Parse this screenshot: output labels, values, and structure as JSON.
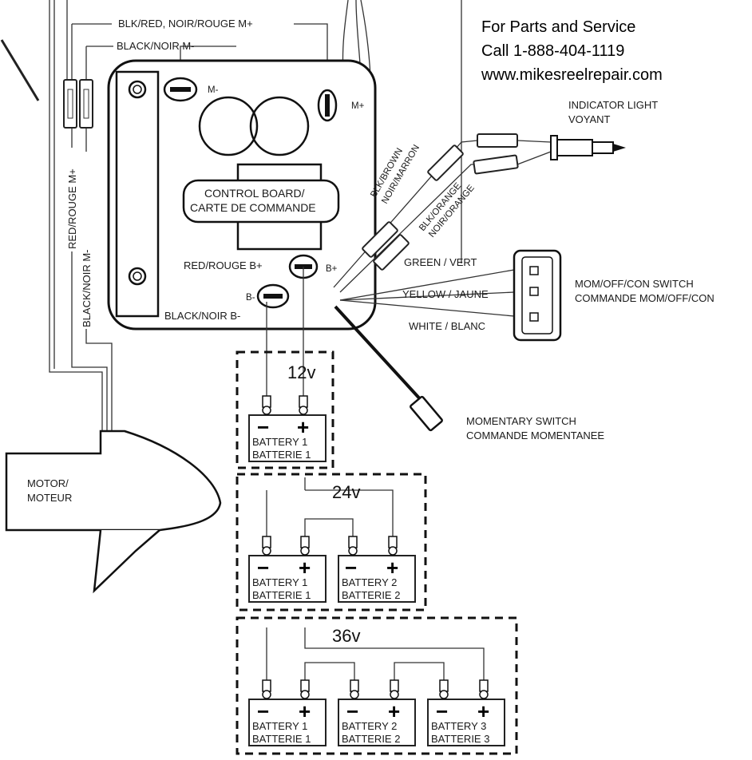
{
  "service": {
    "line1": "For Parts and Service",
    "line2": "Call 1-888-404-1119",
    "line3": "www.mikesreelrepair.com"
  },
  "wires": {
    "m_plus_top": "BLK/RED, NOIR/ROUGE M+",
    "m_minus_top": "BLACK/NOIR M-",
    "red_m_plus": "RED/ROUGE M+",
    "black_m_minus": "BLACK/NOIR M-",
    "blk_brown_1": "BLK/BROWN",
    "blk_brown_2": "NOIR/MARRON",
    "blk_orange_1": "BLK/ORANGE",
    "blk_orange_2": "NOIR/ORANGE",
    "green": "GREEN / VERT",
    "yellow": "YELLOW / JAUNE",
    "white": "WHITE / BLANC",
    "red_b_plus": "RED/ROUGE B+",
    "black_b_minus": "BLACK/NOIR B-"
  },
  "terminals": {
    "m_minus": "M-",
    "m_plus": "M+",
    "b_plus": "B+",
    "b_minus": "B-"
  },
  "board": {
    "line1": "CONTROL BOARD/",
    "line2": "CARTE DE COMMANDE"
  },
  "indicator": {
    "line1": "INDICATOR LIGHT",
    "line2": "VOYANT"
  },
  "switch": {
    "line1": "MOM/OFF/CON SWITCH",
    "line2": "COMMANDE MOM/OFF/CON"
  },
  "momentary": {
    "line1": "MOMENTARY SWITCH",
    "line2": "COMMANDE MOMENTANEE"
  },
  "motor": {
    "line1": "MOTOR/",
    "line2": "MOTEUR"
  },
  "voltages": {
    "v12": "12v",
    "v24": "24v",
    "v36": "36v"
  },
  "signs": {
    "minus": "−",
    "plus": "+"
  },
  "batteries": {
    "b1_en": "BATTERY 1",
    "b1_fr": "BATTERIE 1",
    "b2_en": "BATTERY 2",
    "b2_fr": "BATTERIE 2",
    "b3_en": "BATTERY 3",
    "b3_fr": "BATTERIE 3"
  }
}
